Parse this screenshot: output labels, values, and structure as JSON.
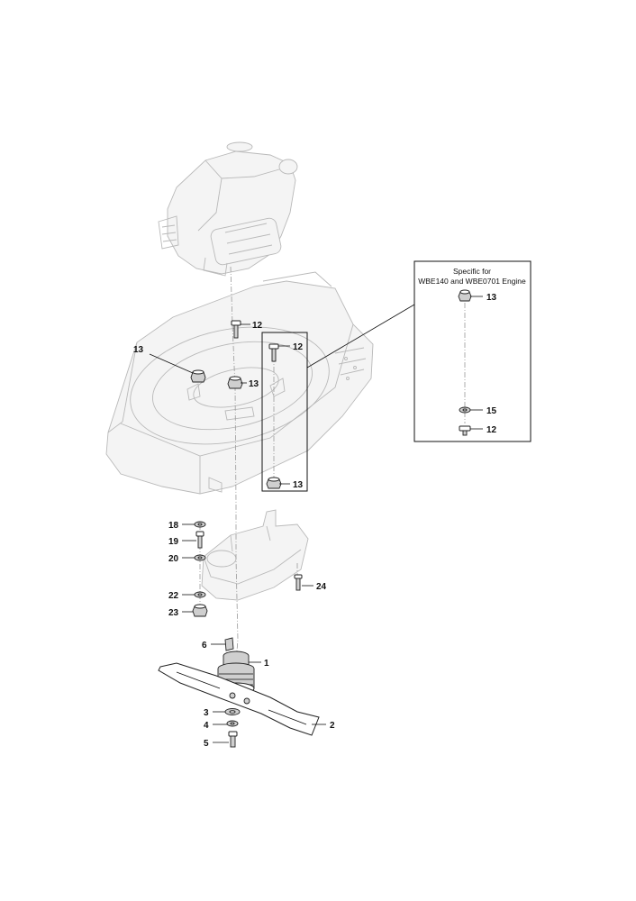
{
  "inset": {
    "caption_line1": "Specific for",
    "caption_line2": "WBE140 and WBE0701 Engine"
  },
  "callouts": {
    "c1": "1",
    "c2": "2",
    "c3": "3",
    "c4": "4",
    "c5": "5",
    "c6": "6",
    "c12a": "12",
    "c12b": "12",
    "c12c": "12",
    "c13a": "13",
    "c13b": "13",
    "c13c": "13",
    "c13d": "13",
    "c15": "15",
    "c18": "18",
    "c19": "19",
    "c20": "20",
    "c22": "22",
    "c23": "23",
    "c24": "24"
  }
}
